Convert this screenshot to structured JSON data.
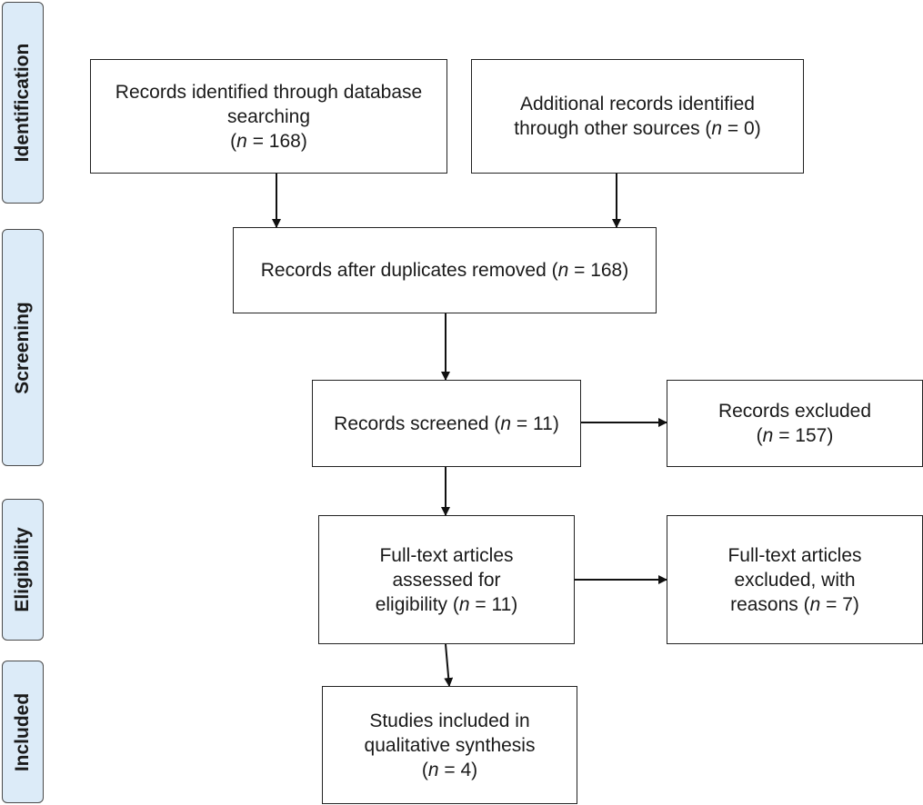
{
  "stages": {
    "identification": "Identification",
    "screening": "Screening",
    "eligibility": "Eligibility",
    "included": "Included"
  },
  "boxes": {
    "db_search": {
      "text": "Records identified through database searching",
      "n_prefix": "(",
      "n_var": "n",
      "n_value": " = 168)"
    },
    "other_sources": {
      "text": "Additional records identified through other sources (",
      "n_var": "n",
      "n_value": " = 0)"
    },
    "after_duplicates": {
      "text": "Records after duplicates removed (",
      "n_var": "n",
      "n_value": " = 168)"
    },
    "screened": {
      "text": "Records screened (",
      "n_var": "n",
      "n_value": " = 11)"
    },
    "excluded": {
      "text": "Records excluded",
      "n_prefix": "(",
      "n_var": "n",
      "n_value": " = 157)"
    },
    "fulltext_assessed": {
      "text": "Full-text articles assessed for eligibility (",
      "n_var": "n",
      "n_value": " = 11)"
    },
    "fulltext_excluded": {
      "text": "Full-text articles excluded, with reasons (",
      "n_var": "n",
      "n_value": " = 7)"
    },
    "included": {
      "text": "Studies included in qualitative synthesis",
      "n_prefix": "(",
      "n_var": "n",
      "n_value": " = 4)"
    }
  }
}
